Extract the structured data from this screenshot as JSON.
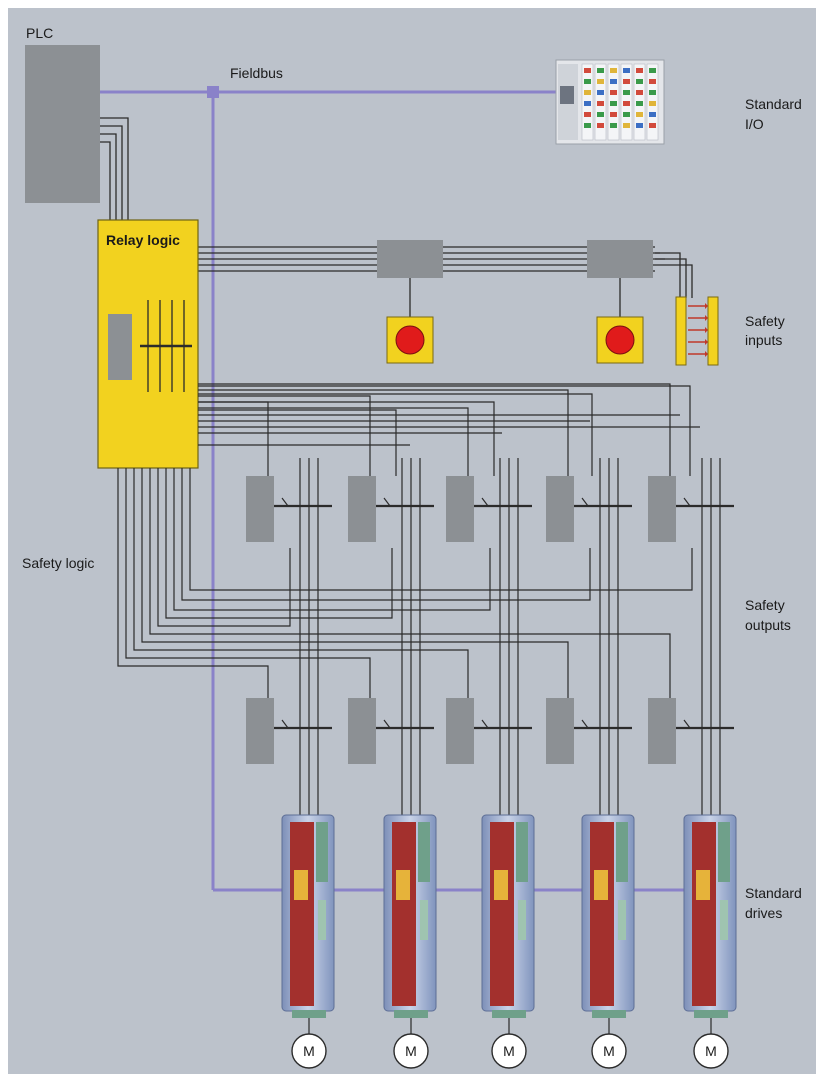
{
  "labels": {
    "plc": "PLC",
    "fieldbus": "Fieldbus",
    "standard_io_1": "Standard",
    "standard_io_2": "I/O",
    "relay_logic": "Relay logic",
    "safety_inputs_1": "Safety",
    "safety_inputs_2": "inputs",
    "safety_logic": "Safety logic",
    "safety_outputs_1": "Safety",
    "safety_outputs_2": "outputs",
    "standard_drives_1": "Standard",
    "standard_drives_2": "drives",
    "motor": "M"
  },
  "colors": {
    "background": "#bcc2cb",
    "fieldbus": "#8a82c9",
    "relay_logic": "#f2d21f",
    "contactor": "#8c9094",
    "wire": "#2b2b2b",
    "estop_button": "#e01b1b",
    "drive_body": "#a3302d"
  },
  "icons": [
    "emergency-stop-icon",
    "light-curtain-icon",
    "motor-icon",
    "io-module-icon"
  ],
  "counts": {
    "drives": 5,
    "motors": 5,
    "emergency_stops": 2
  }
}
